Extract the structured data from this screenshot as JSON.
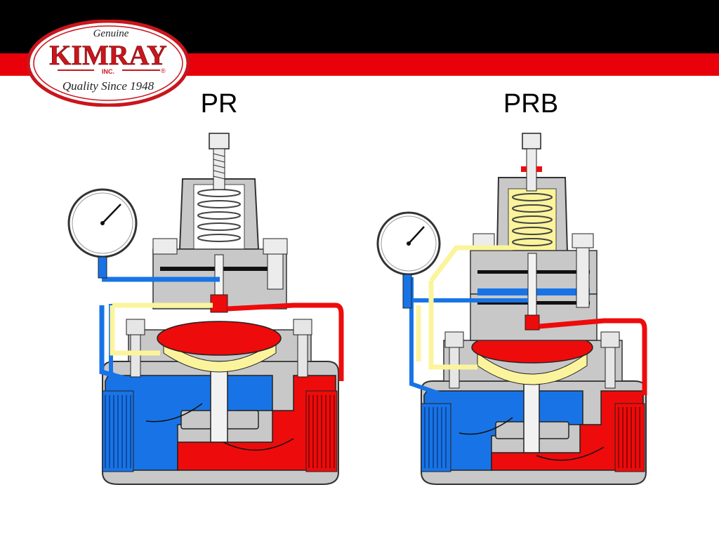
{
  "logo": {
    "genuine": "Genuine",
    "brand": "KIMRAY",
    "inc": "INC.",
    "reg": "®",
    "tagline": "Quality Since 1948"
  },
  "titles": {
    "left": "PR",
    "right": "PRB"
  },
  "colors": {
    "band_black": "#000000",
    "band_red": "#e8000b",
    "inlet_red": "#ee0b0b",
    "outlet_blue": "#1874e6",
    "pilot_yellow": "#fbf49c",
    "body_gray": "#c8c8c8"
  }
}
